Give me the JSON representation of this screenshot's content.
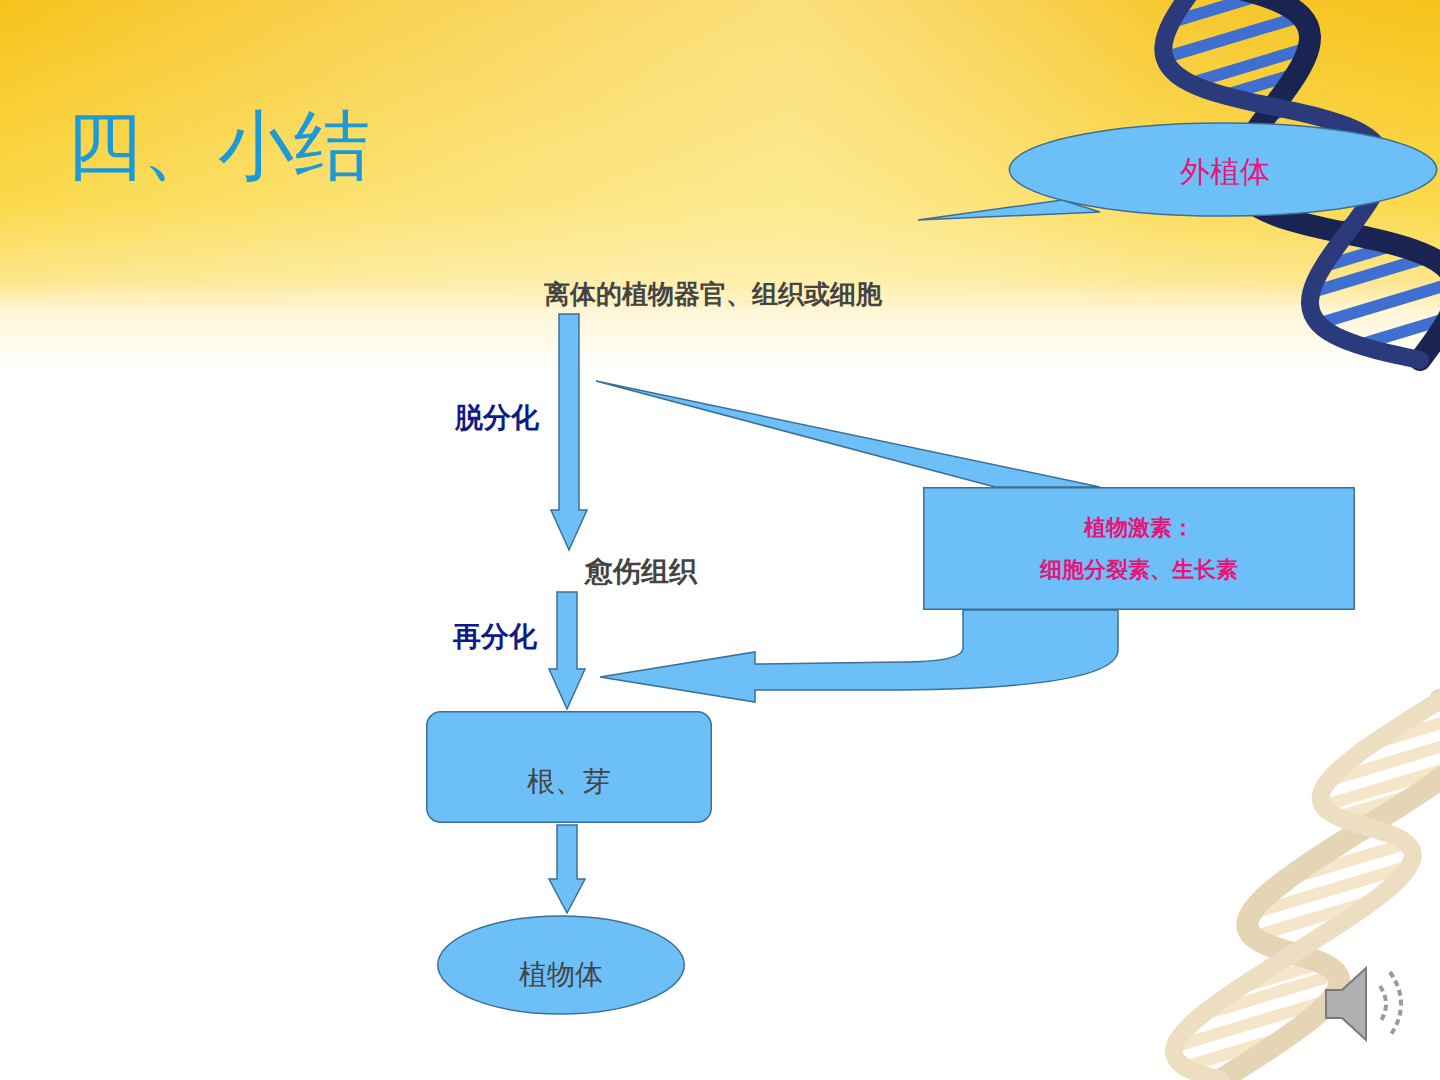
{
  "diagram": {
    "title": "四、小结",
    "nodes": [
      {
        "text": [
          "外植体"
        ]
      },
      {
        "text": [
          "离体的植物器官、组织或细胞"
        ]
      },
      {
        "text": [
          "愈伤组织"
        ]
      },
      {
        "text": [
          "植物激素：",
          "细胞分裂素、生长素"
        ]
      },
      {
        "text": [
          "根、芽"
        ]
      },
      {
        "text": [
          "植物体"
        ]
      }
    ],
    "edges": [
      {
        "from": 1,
        "to": 2,
        "label": "脱分化",
        "arrow": "to"
      },
      {
        "from": 2,
        "to": 4,
        "label": "再分化",
        "arrow": "to"
      },
      {
        "from": 4,
        "to": 5,
        "arrow": "to"
      }
    ]
  }
}
